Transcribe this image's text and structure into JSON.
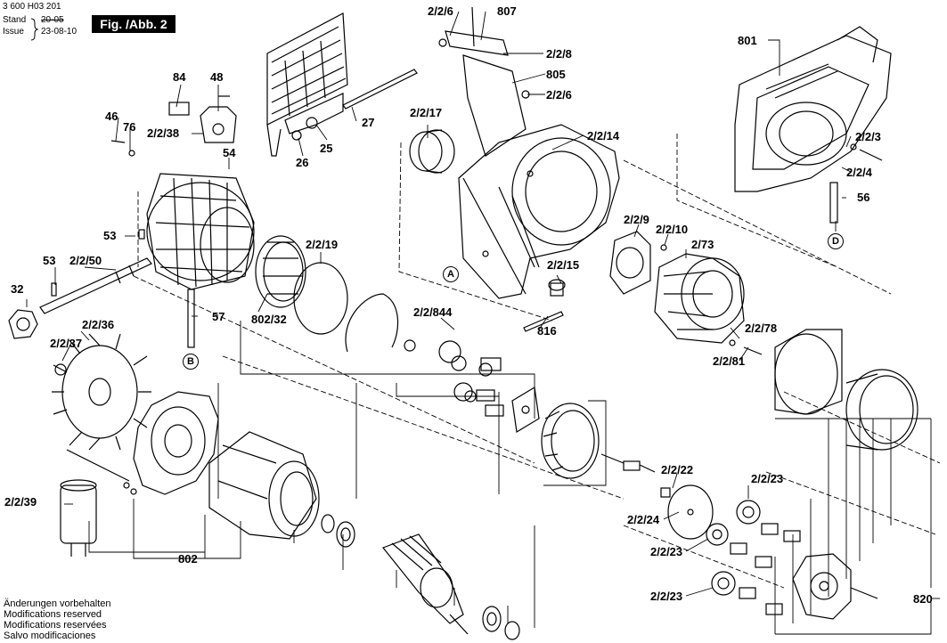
{
  "header": {
    "doc_number": "3 600 H03 201",
    "stand_label": "Stand",
    "stand_date": "20-05",
    "issue_label": "Issue",
    "issue_date": "23-08-10",
    "figure_title": "Fig. /Abb. 2"
  },
  "footer": {
    "lines": [
      "Änderungen vorbehalten",
      "Modifications reserved",
      "Modifications reservées",
      "Salvo modificaciones"
    ]
  },
  "callouts": {
    "c_226a": "2/2/6",
    "c_807": "807",
    "c_228": "2/2/8",
    "c_805": "805",
    "c_226b": "2/2/6",
    "c_801": "801",
    "c_84": "84",
    "c_48": "48",
    "c_27": "27",
    "c_46": "46",
    "c_76": "76",
    "c_2238": "2/2/38",
    "c_54": "54",
    "c_25": "25",
    "c_26": "26",
    "c_2217": "2/2/17",
    "c_2214": "2/2/14",
    "c_223": "2/2/3",
    "c_224": "2/2/4",
    "c_56": "56",
    "c_53a": "53",
    "c_53b": "53",
    "c_2250": "2/2/50",
    "c_32": "32",
    "c_2219": "2/2/19",
    "c_229": "2/2/9",
    "c_2210": "2/2/10",
    "c_273": "2/73",
    "c_2215": "2/2/15",
    "c_80232": "802/32",
    "c_57": "57",
    "c_22844": "2/2/844",
    "c_816": "816",
    "c_2278": "2/2/78",
    "c_2281": "2/2/81",
    "c_2236": "2/2/36",
    "c_2237": "2/2/37",
    "c_2222": "2/2/22",
    "c_2223a": "2/2/23",
    "c_2224": "2/2/24",
    "c_2223b": "2/2/23",
    "c_2223c": "2/2/23",
    "c_2239": "2/2/39",
    "c_802": "802",
    "c_820": "820"
  },
  "markers": {
    "A": "A",
    "B": "B",
    "D": "D"
  }
}
